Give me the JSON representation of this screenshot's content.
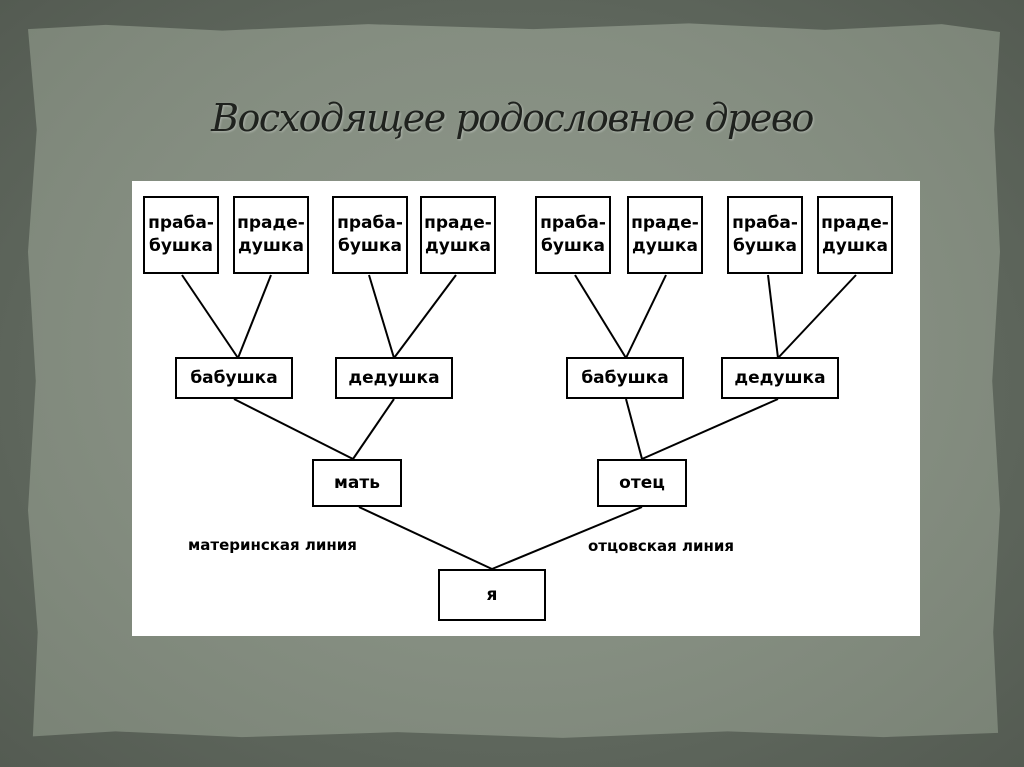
{
  "title": "Восходящее родословное древо",
  "nodes": {
    "ggm1": [
      "праба-",
      "бушка"
    ],
    "ggf1": [
      "праде-",
      "душка"
    ],
    "ggm2": [
      "праба-",
      "бушка"
    ],
    "ggf2": [
      "праде-",
      "душка"
    ],
    "ggm3": [
      "праба-",
      "бушка"
    ],
    "ggf3": [
      "праде-",
      "душка"
    ],
    "ggm4": [
      "праба-",
      "бушка"
    ],
    "ggf4": [
      "праде-",
      "душка"
    ],
    "gm_maternal": "бабушка",
    "gf_maternal": "дедушка",
    "gm_paternal": "бабушка",
    "gf_paternal": "дедушка",
    "mother": "мать",
    "father": "отец",
    "me": "я"
  },
  "labels": {
    "maternal_line": "материнская линия",
    "paternal_line": "отцовская линия"
  },
  "colors": {
    "background": "#646c62",
    "paper": "#858e81",
    "diagram_bg": "#ffffff",
    "ink": "#000000"
  }
}
